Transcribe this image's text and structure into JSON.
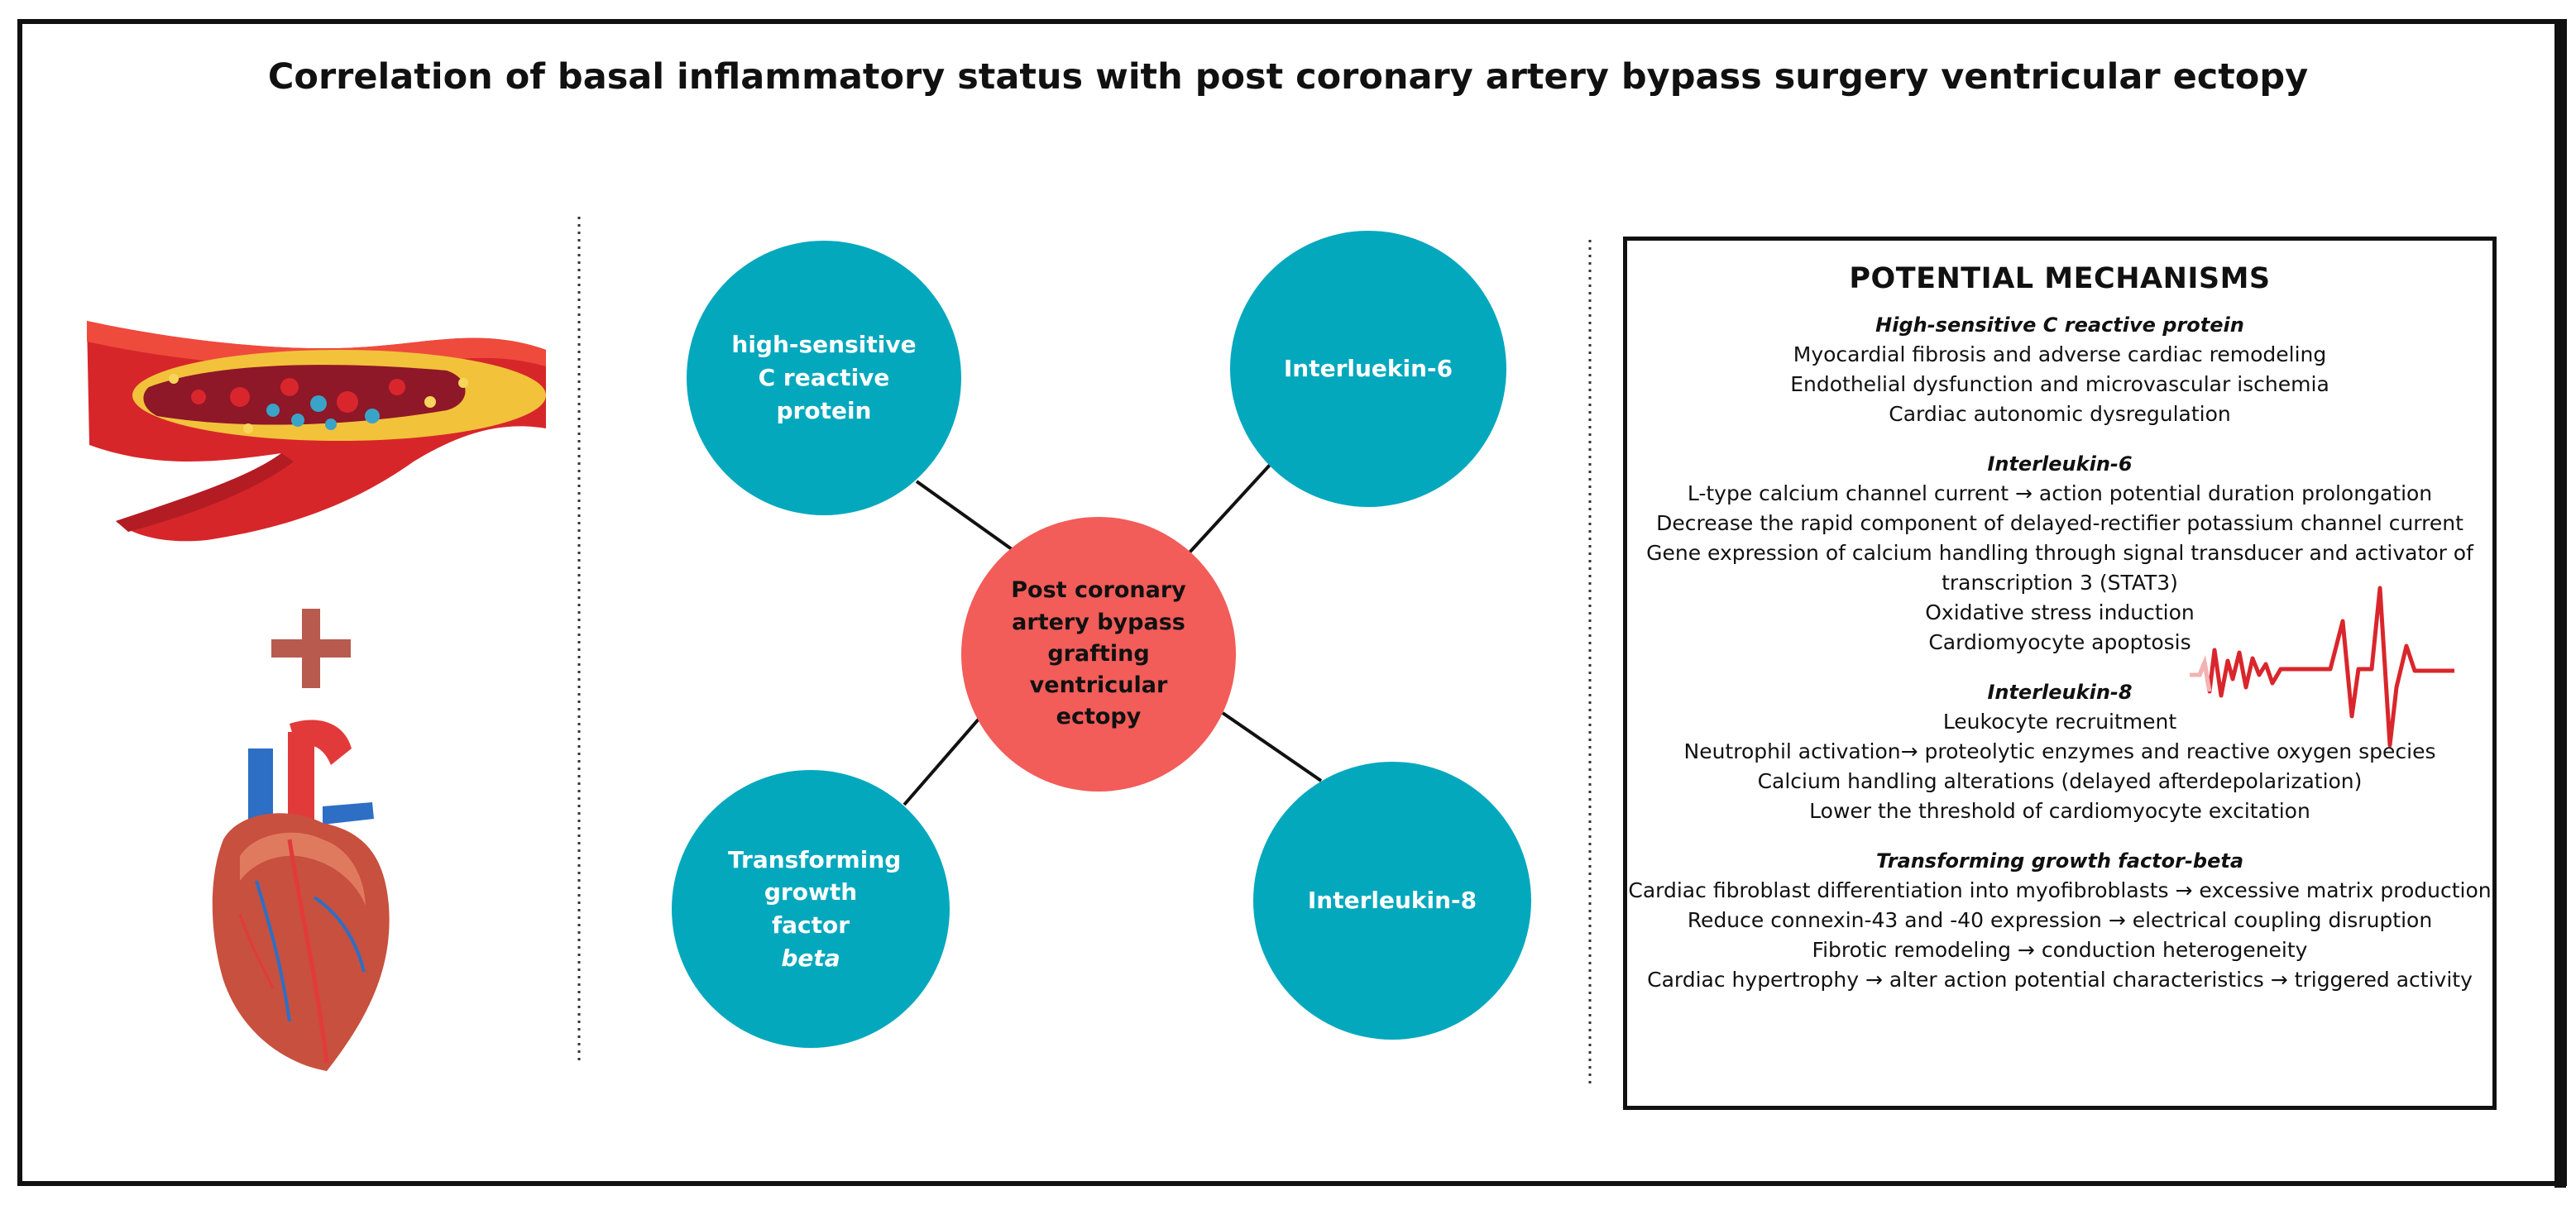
{
  "title": "Correlation of  basal inflammatory status with post coronary artery bypass surgery ventricular ectopy",
  "colors": {
    "teal": "#04a8bd",
    "center": "#f25c59",
    "plus": "#b85a4e",
    "ecg": "#d9262c"
  },
  "icons": [
    "blood-vessel-illustration",
    "plus-icon",
    "heart-illustration",
    "ecg-waveform-icon"
  ],
  "diagram": {
    "center": "Post coronary artery bypass grafting ventricular ectopy",
    "nodes": {
      "crp": "high-sensitive C reactive protein",
      "il6": "Interluekin-6",
      "tgf_main": "Transforming growth factor",
      "tgf_italic": "beta",
      "il8": "Interleukin-8"
    }
  },
  "mechanisms": {
    "heading": "POTENTIAL MECHANISMS",
    "sections": [
      {
        "title": "High-sensitive C reactive protein",
        "items": [
          "Myocardial fibrosis and adverse cardiac remodeling",
          "Endothelial dysfunction and microvascular ischemia",
          "Cardiac autonomic dysregulation"
        ]
      },
      {
        "title": "Interleukin-6",
        "items": [
          "L-type calcium channel current → action potential duration prolongation",
          "Decrease the rapid component of delayed-rectifier potassium channel current",
          "Gene expression  of calcium handling through signal transducer and activator of",
          "transcription 3 (STAT3)",
          "Oxidative stress induction",
          "Cardiomyocyte apoptosis"
        ]
      },
      {
        "title": "Interleukin-8",
        "items": [
          "Leukocyte recruitment",
          "Neutrophil activation→ proteolytic enzymes and reactive oxygen species",
          "Calcium handling alterations (delayed afterdepolarization)",
          "Lower the threshold of cardiomyocyte excitation"
        ]
      },
      {
        "title": "Transforming growth factor-beta",
        "items": [
          "Cardiac fibroblast differentiation into myofibroblasts → excessive matrix production",
          "Reduce connexin-43 and -40 expression → electrical coupling disruption",
          "Fibrotic remodeling → conduction heterogeneity",
          "Cardiac hypertrophy → alter action potential characteristics → triggered activity"
        ]
      }
    ]
  }
}
